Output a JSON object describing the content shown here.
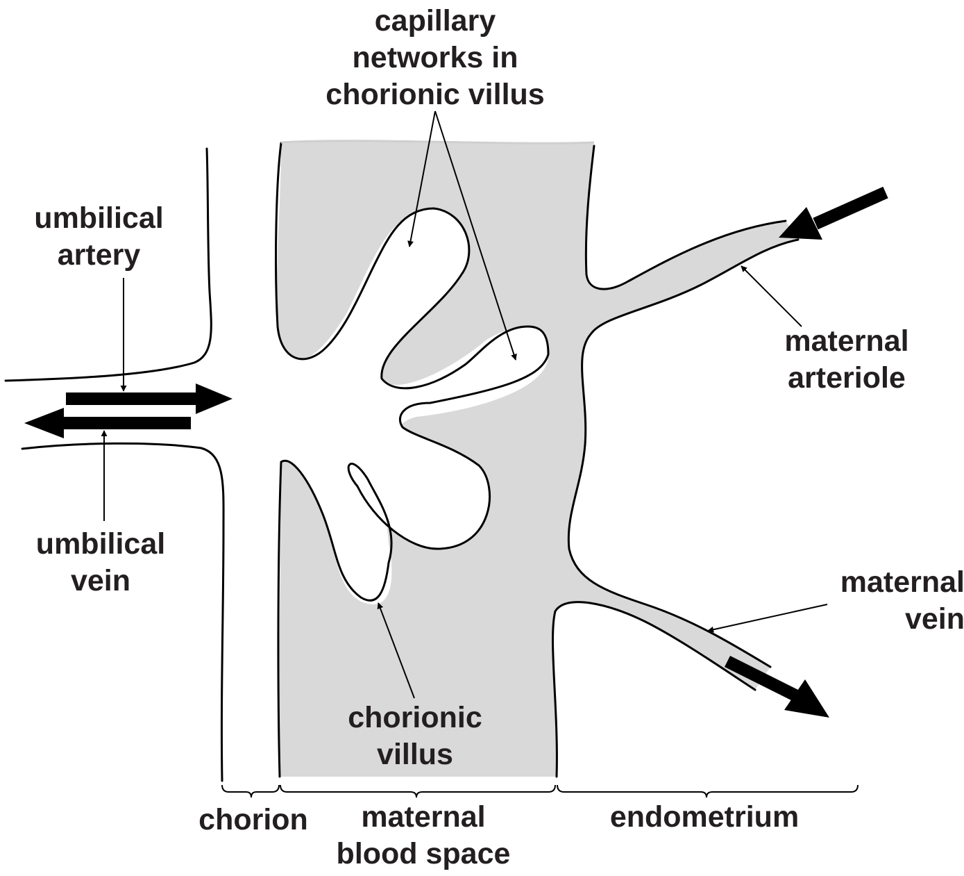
{
  "labels": {
    "capillary": [
      "capillary",
      "networks in",
      "chorionic villus"
    ],
    "umbilical_artery": [
      "umbilical",
      "artery"
    ],
    "umbilical_vein": [
      "umbilical",
      "vein"
    ],
    "maternal_arteriole": [
      "maternal",
      "arteriole"
    ],
    "maternal_vein": [
      "maternal",
      "vein"
    ],
    "chorionic_villus": [
      "chorionic",
      "villus"
    ],
    "chorion": "chorion",
    "maternal_blood_space": [
      "maternal",
      "blood space"
    ],
    "endometrium": "endometrium"
  },
  "colors": {
    "blood_fill": "#d9d9d9",
    "outline": "#000000",
    "text": "#231f20"
  }
}
